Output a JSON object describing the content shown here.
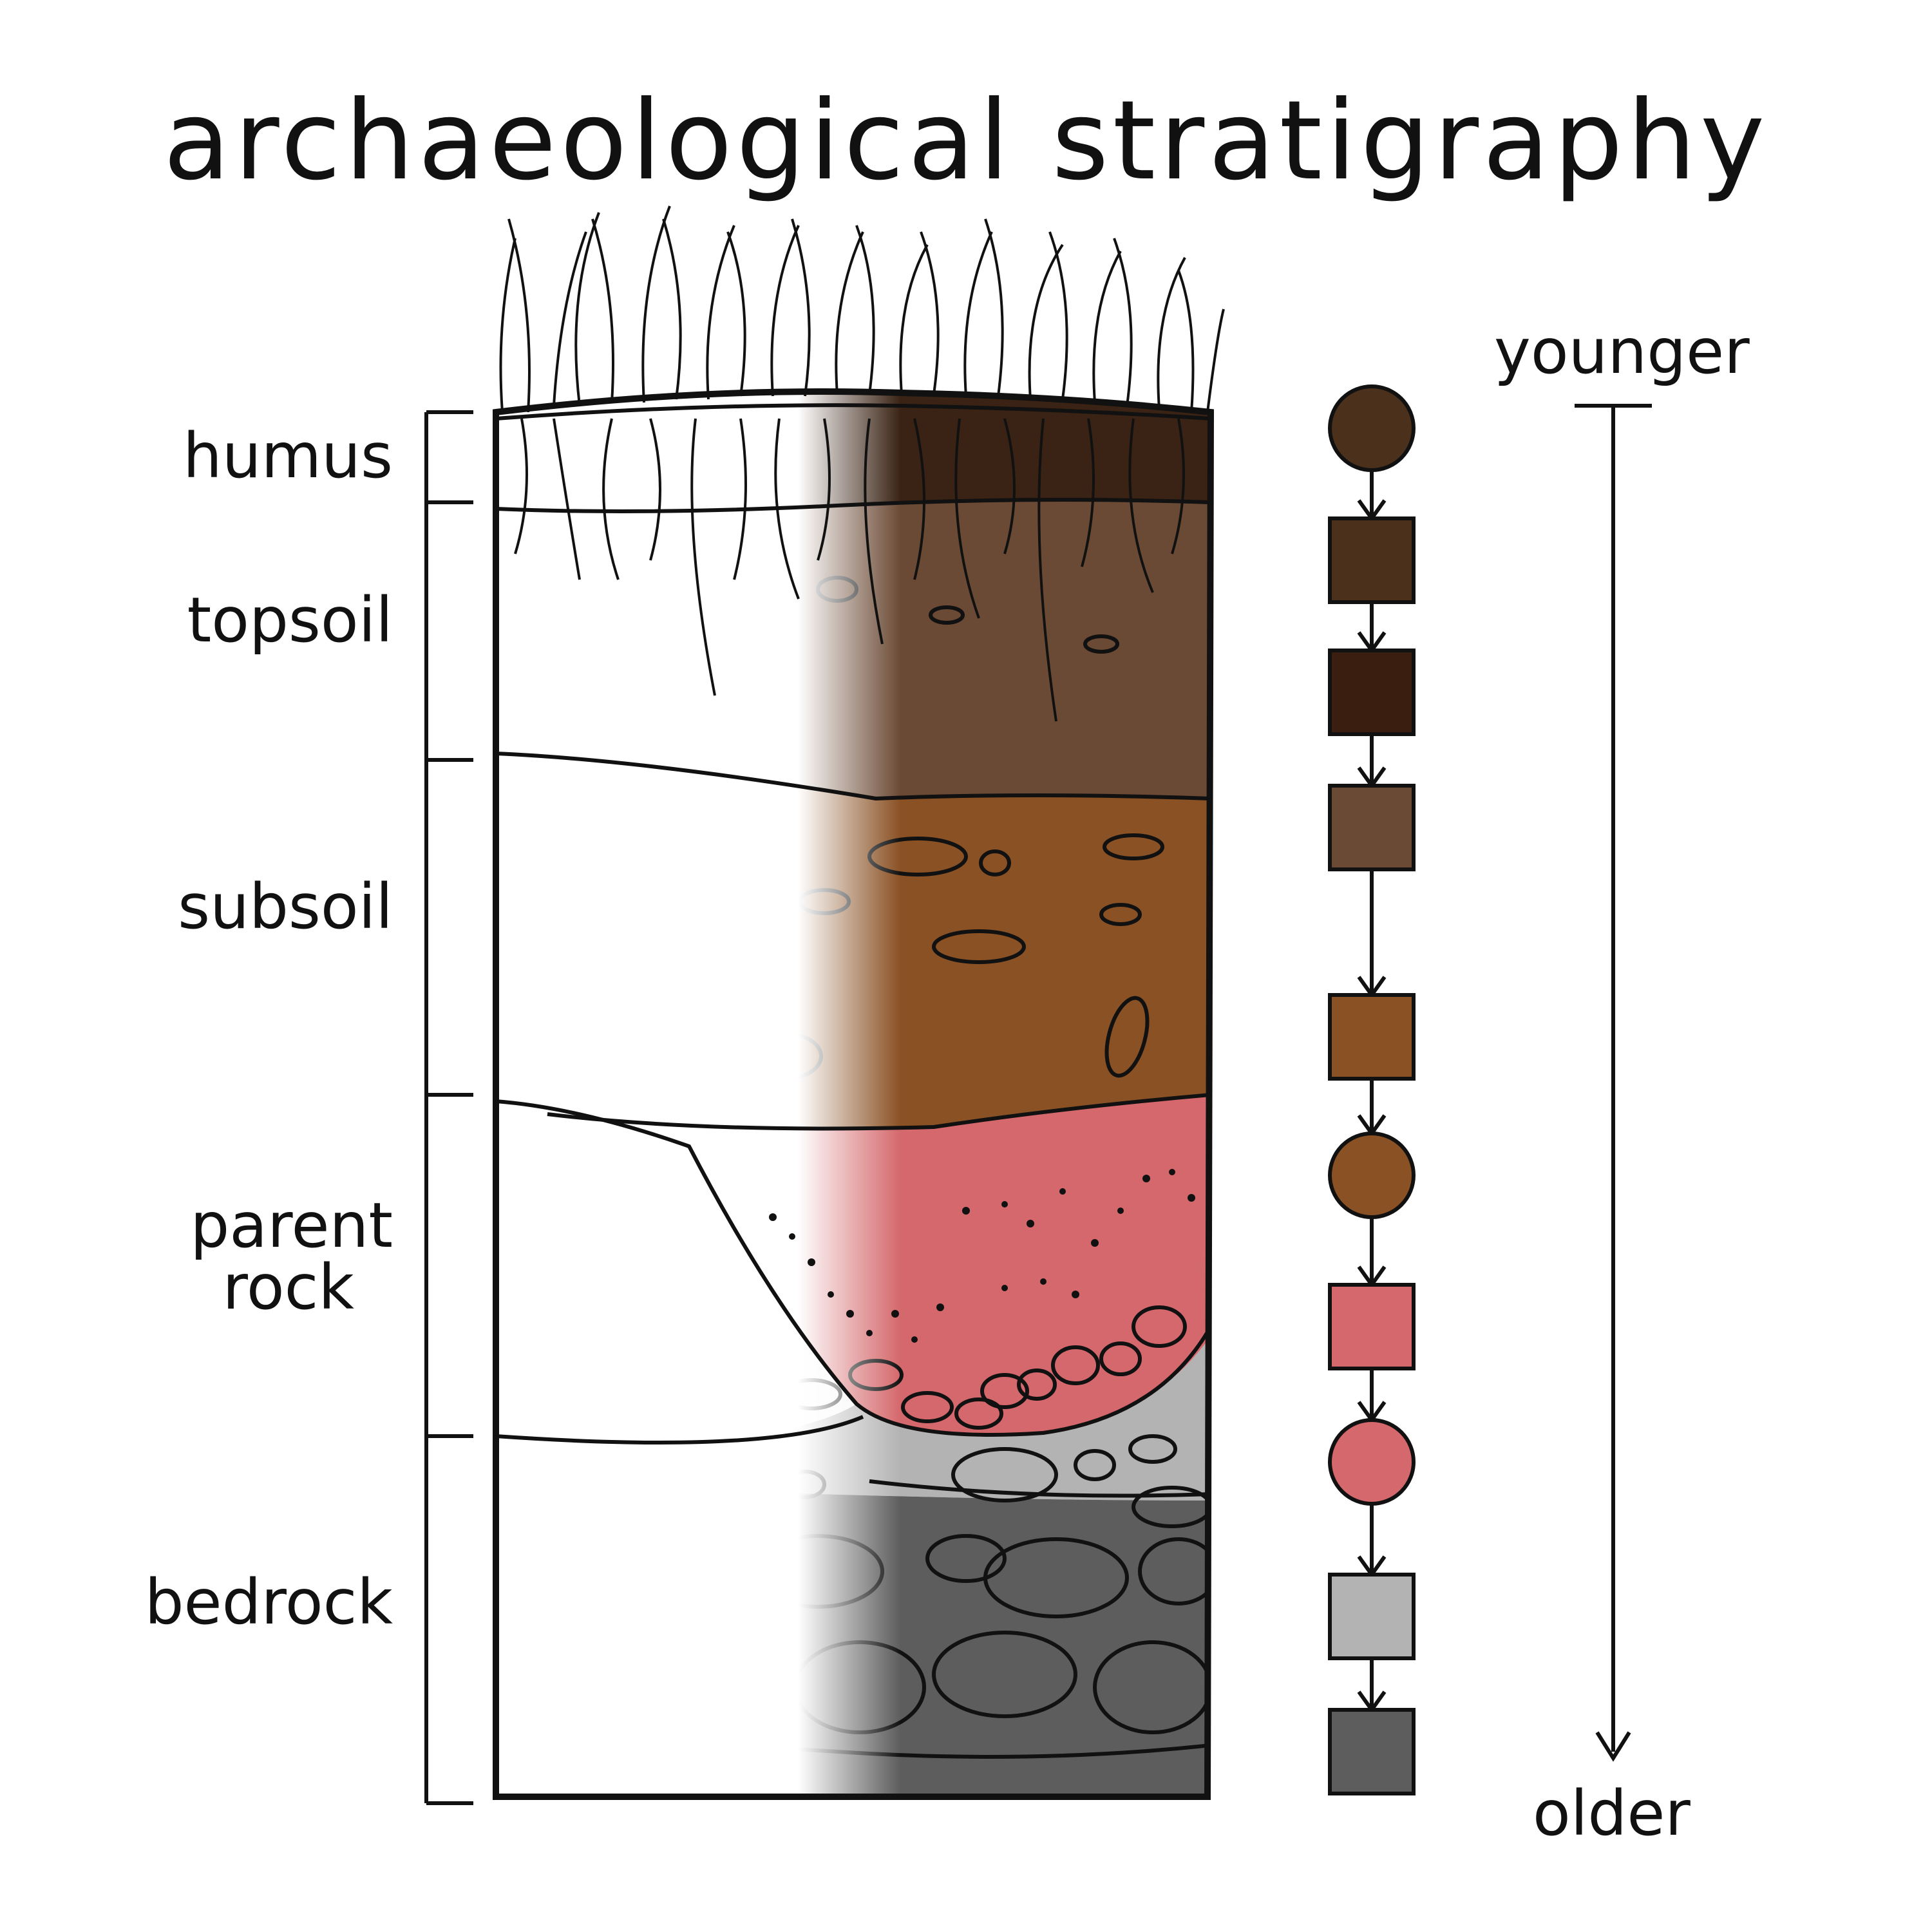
{
  "title": "archaeological stratigraphy",
  "layers": [
    {
      "label": "humus",
      "color": "#3a2314"
    },
    {
      "label": "topsoil",
      "color": "#6b4a35"
    },
    {
      "label": "subsoil",
      "color": "#8a5124"
    },
    {
      "label": "parent rock",
      "label_lines": [
        "parent",
        "rock"
      ],
      "color": "#d5686c"
    },
    {
      "label": "bedrock",
      "color": "#5d5d5d"
    }
  ],
  "sequence": [
    {
      "shape": "circle",
      "color": "#4b301c"
    },
    {
      "shape": "square",
      "color": "#4b301c"
    },
    {
      "shape": "square",
      "color": "#3a1f10"
    },
    {
      "shape": "square",
      "color": "#6b4a35"
    },
    {
      "shape": "square",
      "color": "#8a5124"
    },
    {
      "shape": "circle",
      "color": "#8a5124"
    },
    {
      "shape": "square",
      "color": "#d5686c"
    },
    {
      "shape": "circle",
      "color": "#d5686c"
    },
    {
      "shape": "square",
      "color": "#b3b3b3"
    },
    {
      "shape": "square",
      "color": "#5d5d5d"
    }
  ],
  "time_axis": {
    "top_label": "younger",
    "bottom_label": "older"
  }
}
